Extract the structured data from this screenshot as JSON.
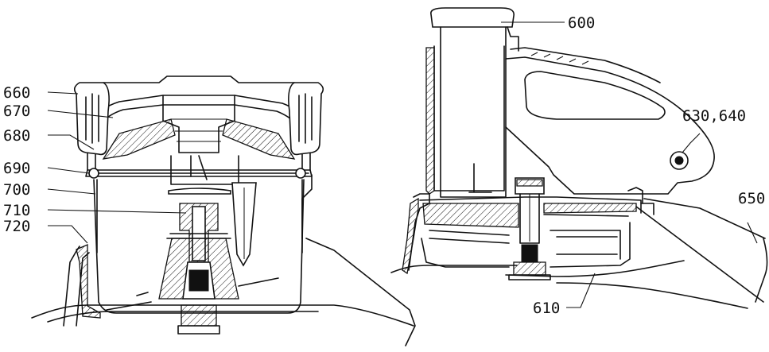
{
  "labels": {
    "l660": "660",
    "l670": "670",
    "l680": "680",
    "l690": "690",
    "l700": "700",
    "l710": "710",
    "l720": "720",
    "l600": "600",
    "l630": "630,640",
    "l650": "650",
    "l610": "610"
  }
}
